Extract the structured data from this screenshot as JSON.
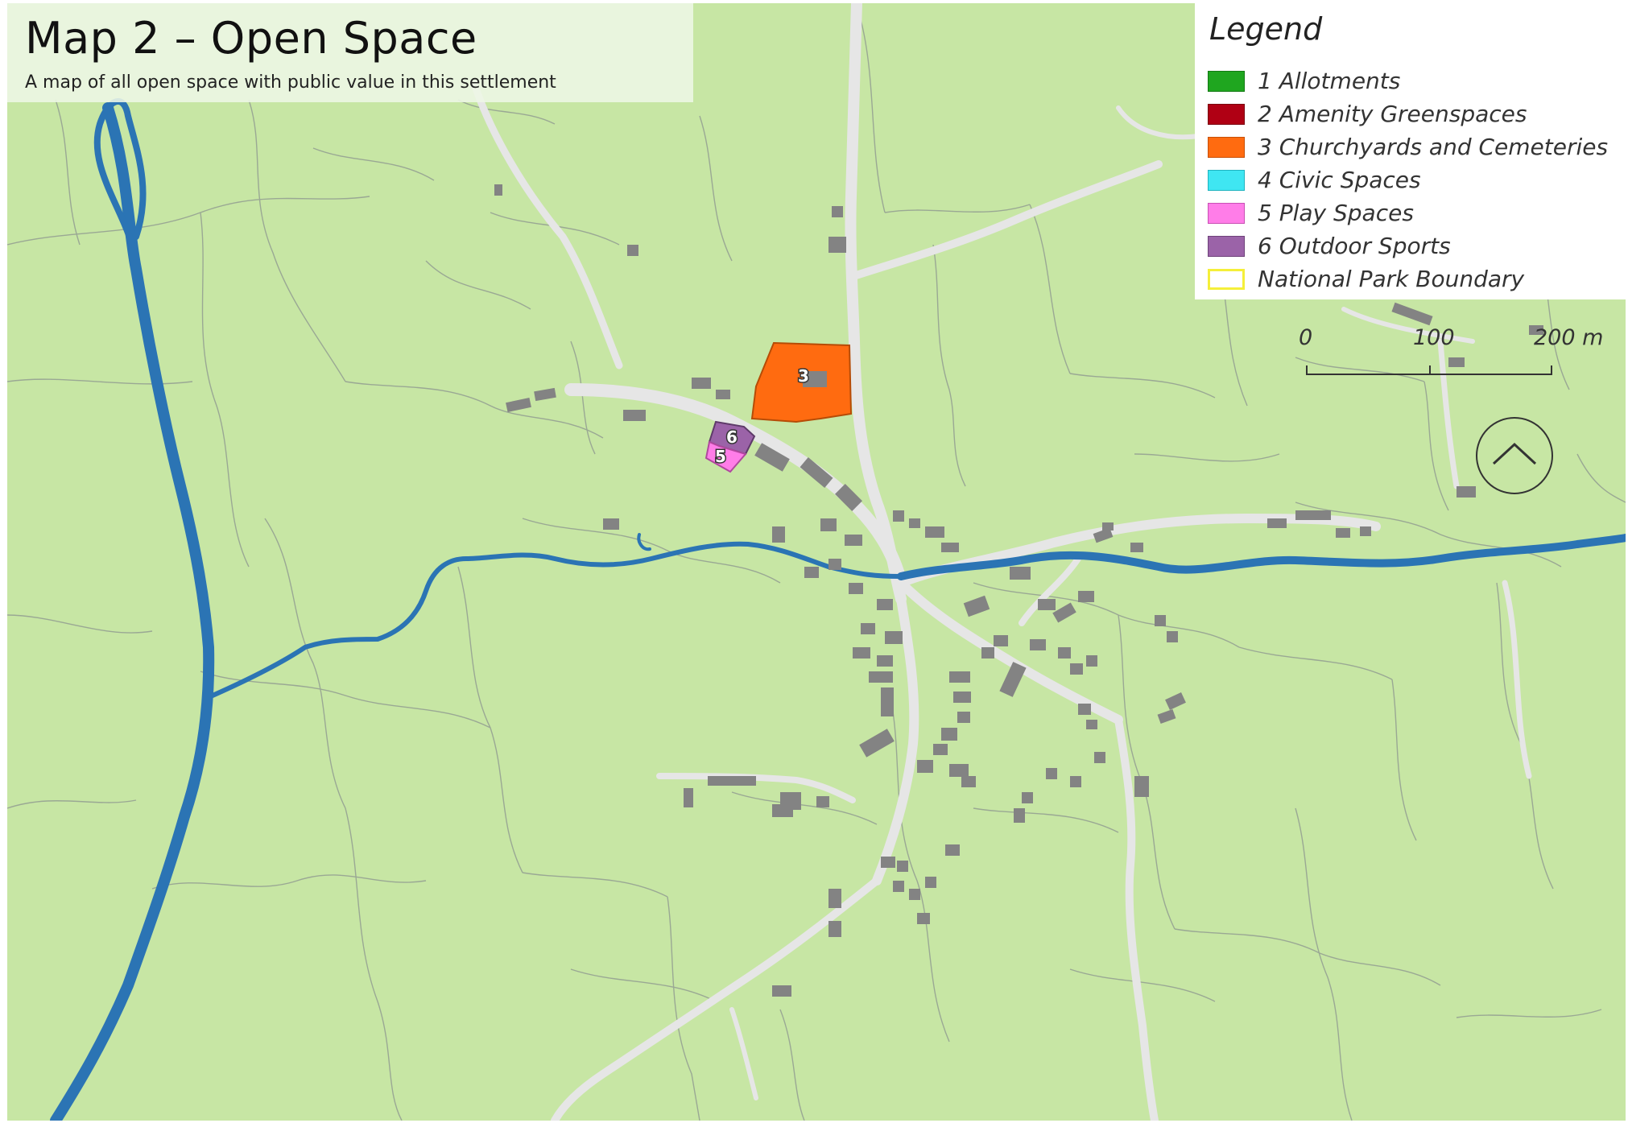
{
  "header": {
    "title": "Map 2 – Open Space",
    "subtitle": "A map of all open space with public value in this settlement"
  },
  "legend": {
    "title": "Legend",
    "items": [
      {
        "label": "1 Allotments",
        "color": "#1fa61f",
        "border": "#137a13"
      },
      {
        "label": "2 Amenity Greenspaces",
        "color": "#b00014",
        "border": "#7a000e"
      },
      {
        "label": "3 Churchyards and Cemeteries",
        "color": "#ff6b10",
        "border": "#c74f05"
      },
      {
        "label": "4 Civic Spaces",
        "color": "#3fe6f2",
        "border": "#1fb3bf"
      },
      {
        "label": "5 Play Spaces",
        "color": "#ff7de8",
        "border": "#c850b4"
      },
      {
        "label": "6 Outdoor Sports",
        "color": "#9b63a8",
        "border": "#6e4279"
      },
      {
        "label": "National Park Boundary",
        "color": "#ffffff",
        "border": "#f5ef3a"
      }
    ]
  },
  "scale": {
    "labels": [
      "0",
      "100",
      "200 m"
    ]
  },
  "north_arrow": {
    "icon": "north-arrow-icon"
  },
  "sites": [
    {
      "number": "3",
      "category": "Churchyards and Cemeteries"
    },
    {
      "number": "6",
      "category": "Outdoor Sports"
    },
    {
      "number": "5",
      "category": "Play Spaces"
    }
  ],
  "colors": {
    "land": "#c7e6a4",
    "field_boundary": "#9aa894",
    "road": "#e6e6e6",
    "water": "#2b74b4",
    "building": "#838383"
  }
}
